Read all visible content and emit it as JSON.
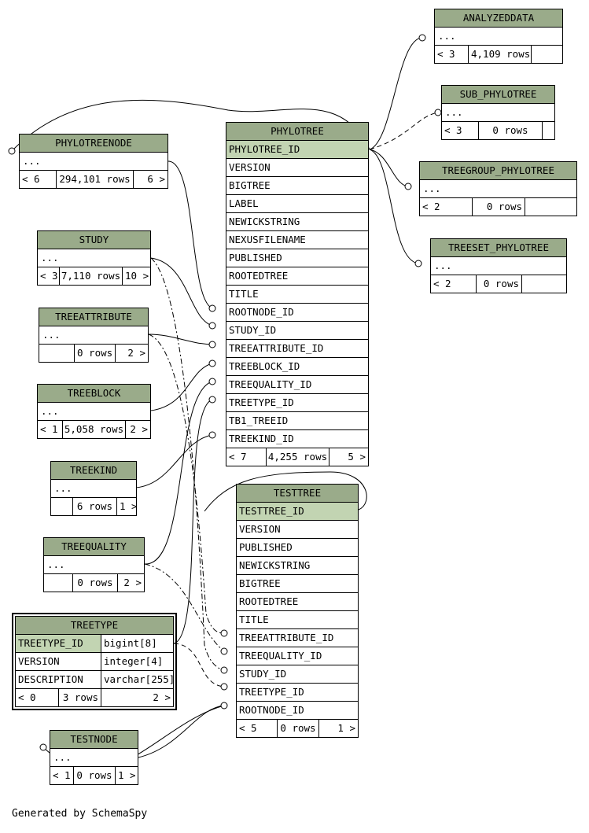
{
  "footer": "Generated by SchemaSpy",
  "tables": {
    "analyzeddata": {
      "name": "ANALYZEDDATA",
      "rows": [
        "..."
      ],
      "foot": [
        "< 3",
        "4,109 rows",
        ""
      ]
    },
    "sub_phylotree": {
      "name": "SUB_PHYLOTREE",
      "rows": [
        "..."
      ],
      "foot": [
        "< 3",
        "0 rows",
        ""
      ]
    },
    "treegroup_phylotree": {
      "name": "TREEGROUP_PHYLOTREE",
      "rows": [
        "..."
      ],
      "foot": [
        "< 2",
        "0 rows",
        ""
      ]
    },
    "treeset_phylotree": {
      "name": "TREESET_PHYLOTREE",
      "rows": [
        "..."
      ],
      "foot": [
        "< 2",
        "0 rows",
        ""
      ]
    },
    "phylotreenode": {
      "name": "PHYLOTREENODE",
      "rows": [
        "..."
      ],
      "foot": [
        "< 6",
        "294,101 rows",
        "6 >"
      ]
    },
    "study": {
      "name": "STUDY",
      "rows": [
        "..."
      ],
      "foot": [
        "< 3",
        "7,110 rows",
        "10 >"
      ]
    },
    "treeattribute": {
      "name": "TREEATTRIBUTE",
      "rows": [
        "..."
      ],
      "foot": [
        "",
        "0 rows",
        "2 >"
      ]
    },
    "treeblock": {
      "name": "TREEBLOCK",
      "rows": [
        "..."
      ],
      "foot": [
        "< 1",
        "5,058 rows",
        "2 >"
      ]
    },
    "treekind": {
      "name": "TREEKIND",
      "rows": [
        "..."
      ],
      "foot": [
        "",
        "6 rows",
        "1 >"
      ]
    },
    "treequality": {
      "name": "TREEQUALITY",
      "rows": [
        "..."
      ],
      "foot": [
        "",
        "0 rows",
        "2 >"
      ]
    },
    "testnode": {
      "name": "TESTNODE",
      "rows": [
        "..."
      ],
      "foot": [
        "< 1",
        "0 rows",
        "1 >"
      ]
    },
    "phylotree": {
      "name": "PHYLOTREE",
      "rows": [
        "PHYLOTREE_ID",
        "VERSION",
        "BIGTREE",
        "LABEL",
        "NEWICKSTRING",
        "NEXUSFILENAME",
        "PUBLISHED",
        "ROOTEDTREE",
        "TITLE",
        "ROOTNODE_ID",
        "STUDY_ID",
        "TREEATTRIBUTE_ID",
        "TREEBLOCK_ID",
        "TREEQUALITY_ID",
        "TREETYPE_ID",
        "TB1_TREEID",
        "TREEKIND_ID"
      ],
      "foot": [
        "< 7",
        "4,255 rows",
        "5 >"
      ]
    },
    "testtree": {
      "name": "TESTTREE",
      "rows": [
        "TESTTREE_ID",
        "VERSION",
        "PUBLISHED",
        "NEWICKSTRING",
        "BIGTREE",
        "ROOTEDTREE",
        "TITLE",
        "TREEATTRIBUTE_ID",
        "TREEQUALITY_ID",
        "STUDY_ID",
        "TREETYPE_ID",
        "ROOTNODE_ID"
      ],
      "foot": [
        "< 5",
        "0 rows",
        "1 >"
      ]
    },
    "treetype": {
      "name": "TREETYPE",
      "rows": [
        {
          "col": "TREETYPE_ID",
          "type": "bigint[8]"
        },
        {
          "col": "VERSION",
          "type": "integer[4]"
        },
        {
          "col": "DESCRIPTION",
          "type": "varchar[255]"
        }
      ],
      "foot": [
        "< 0",
        "3 rows",
        "2 >"
      ]
    }
  }
}
